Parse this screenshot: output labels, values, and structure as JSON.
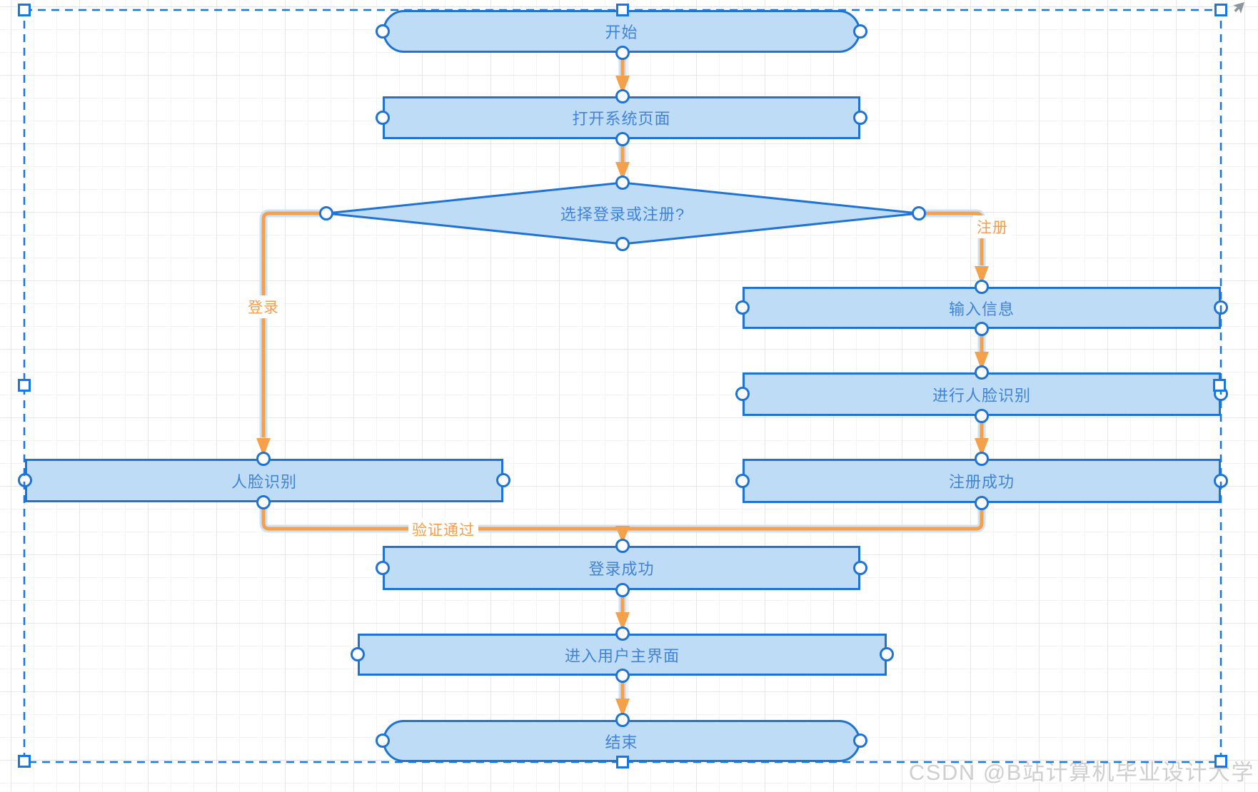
{
  "diagram": {
    "nodes": {
      "start": {
        "label": "开始"
      },
      "open_page": {
        "label": "打开系统页面"
      },
      "choose": {
        "label": "选择登录或注册?"
      },
      "input_info": {
        "label": "输入信息"
      },
      "do_face": {
        "label": "进行人脸识别"
      },
      "register_ok": {
        "label": "注册成功"
      },
      "face_rec": {
        "label": "人脸识别"
      },
      "login_ok": {
        "label": "登录成功"
      },
      "main_ui": {
        "label": "进入用户主界面"
      },
      "end": {
        "label": "结束"
      }
    },
    "edge_labels": {
      "login": "登录",
      "register": "注册",
      "verify": "验证通过"
    }
  },
  "watermark": {
    "text": "CSDN @B站计算机毕业设计大学"
  },
  "colors": {
    "node_fill": "#BFDCF7",
    "node_stroke": "#1E73D4",
    "node_text": "#4183D8",
    "edge_orange": "#F5A04A",
    "edge_halo": "#CDE2F8",
    "selection_blue": "#1677E6",
    "watermark_gray": "#CFCFCF",
    "grid_minor": "#F1F3F5",
    "grid_major": "#E4E7EA"
  }
}
